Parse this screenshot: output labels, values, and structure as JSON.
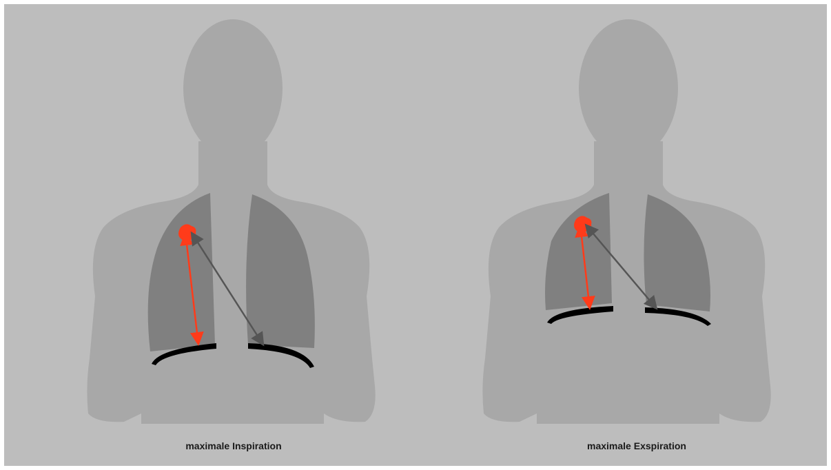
{
  "panels": [
    {
      "caption": "maximale Inspiration",
      "state": "inspiration"
    },
    {
      "caption": "maximale Exspiration",
      "state": "exspiration"
    }
  ],
  "colors": {
    "background": "#bdbdbd",
    "body": "#a8a8a8",
    "lung": "#808080",
    "diaphragm": "#000000",
    "tumor": "#ff3b1a",
    "arrow_tumor_diaphragm": "#ff3b1a",
    "arrow_tumor_contralateral": "#555555"
  }
}
